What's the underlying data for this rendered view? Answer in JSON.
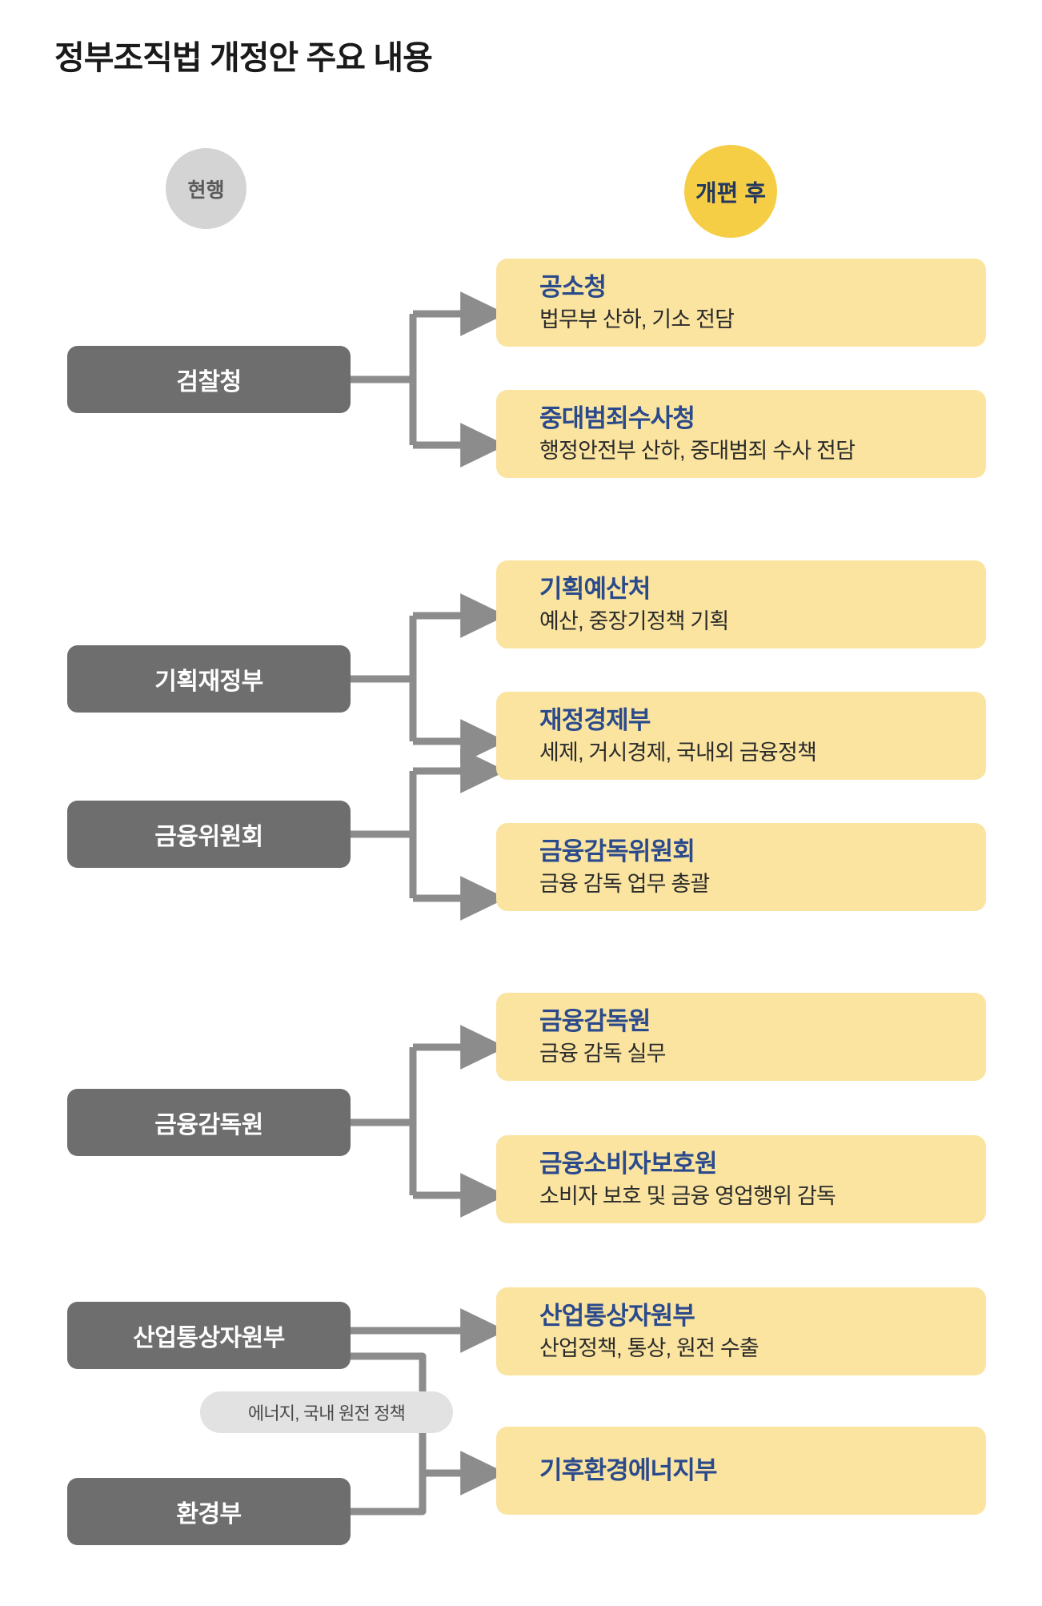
{
  "title": "정부조직법 개정안 주요 내용",
  "legend": {
    "current_label": "현행",
    "after_label": "개편 후"
  },
  "colors": {
    "gray_box": "#6E6E6E",
    "yellow_box": "#FAE4A0",
    "yellow_circle": "#F6CE45",
    "gray_circle": "#D4D4D4",
    "heading_blue": "#2B4A8C",
    "connector_gray": "#8C8C8C",
    "pill_gray": "#E2E2E2",
    "title_black": "#1A1A1A"
  },
  "groups": [
    {
      "id": "prosecution",
      "current": [
        {
          "label": "검찰청"
        }
      ],
      "after": [
        {
          "title": "공소청",
          "subtitle": "법무부 산하, 기소 전담"
        },
        {
          "title": "중대범죄수사청",
          "subtitle": "행정안전부 산하, 중대범죄 수사 전담"
        }
      ]
    },
    {
      "id": "finance",
      "current": [
        {
          "label": "기획재정부"
        },
        {
          "label": "금융위원회"
        }
      ],
      "after": [
        {
          "title": "기획예산처",
          "subtitle": "예산, 중장기정책 기획"
        },
        {
          "title": "재정경제부",
          "subtitle": "세제, 거시경제, 국내외 금융정책"
        },
        {
          "title": "금융감독위원회",
          "subtitle": "금융 감독 업무 총괄"
        }
      ]
    },
    {
      "id": "fss",
      "current": [
        {
          "label": "금융감독원"
        }
      ],
      "after": [
        {
          "title": "금융감독원",
          "subtitle": "금융 감독 실무"
        },
        {
          "title": "금융소비자보호원",
          "subtitle": "소비자 보호 및 금융 영업행위 감독"
        }
      ]
    },
    {
      "id": "industry-environment",
      "current": [
        {
          "label": "산업통상자원부"
        },
        {
          "label": "환경부"
        }
      ],
      "note": "에너지, 국내 원전 정책",
      "after": [
        {
          "title": "산업통상자원부",
          "subtitle": "산업정책, 통상, 원전 수출"
        },
        {
          "title": "기후환경에너지부",
          "subtitle": ""
        }
      ]
    }
  ]
}
